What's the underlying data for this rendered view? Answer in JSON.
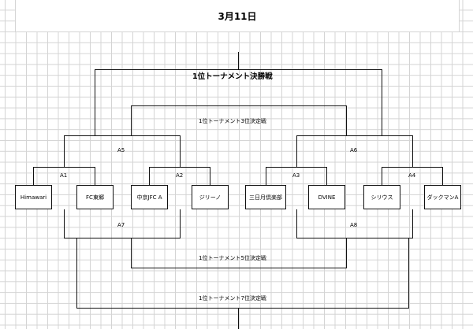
{
  "sheet": {
    "title": "3月11日"
  },
  "final": {
    "label": "1位トーナメント決勝戦"
  },
  "third_place": {
    "label": "1位トーナメント3位決定戦"
  },
  "fifth_place": {
    "label": "1位トーナメント5位決定戦"
  },
  "seventh_place": {
    "label": "1位トーナメント7位決定戦"
  },
  "matches": {
    "a1": "A1",
    "a2": "A2",
    "a3": "A3",
    "a4": "A4",
    "a5": "A5",
    "a6": "A6",
    "a7": "A7",
    "a8": "A8"
  },
  "teams": [
    "Himawari",
    "FC東郷",
    "中京JFC A",
    "ジリーノ",
    "三日月倶楽部",
    "DVINE",
    "シリウス",
    "ダックマンA"
  ]
}
